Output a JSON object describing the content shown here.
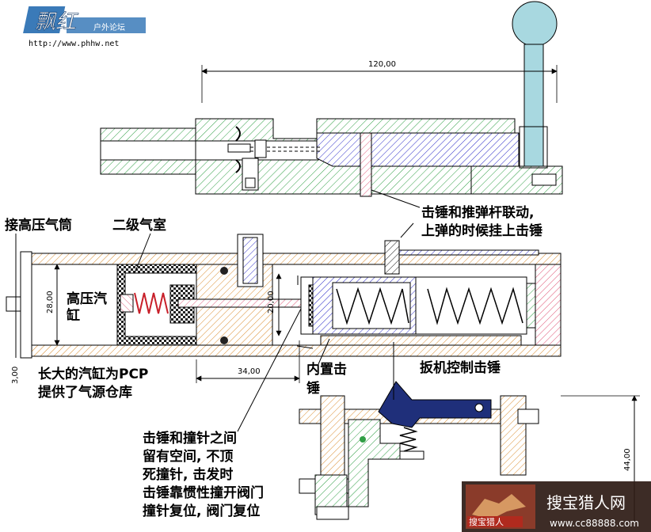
{
  "watermark_top": {
    "brand": "飘红",
    "subtitle": "户外论坛",
    "url": "http://www.phhw.net"
  },
  "dimensions": {
    "top_length": "120,00",
    "height_28": "28,00",
    "height_20": "20,00",
    "length_34": "34,00",
    "offset_3": "3,00",
    "height_44": "44,00"
  },
  "labels": {
    "hp_tube": "接高压气筒",
    "second_chamber": "二级气室",
    "hp_cylinder_l1": "高压汽",
    "hp_cylinder_l2": "缸",
    "hammer_link_l1": "击锤和推弹杆联动,",
    "hammer_link_l2": "上弹的时候挂上击锤",
    "big_cylinder_l1": "长大的汽缸为PCP",
    "big_cylinder_l2": "提供了气源仓库",
    "internal_hammer_l1": "内置击",
    "internal_hammer_l2": "锤",
    "trigger_control": "扳机控制击锤",
    "gap_l1": "击锤和撞针之间",
    "gap_l2": "留有空间, 不顶",
    "gap_l3": "死撞针, 击发时",
    "gap_l4": "击锤靠惯性撞开阀门",
    "gap_l5": "撞针复位, 阀门复位"
  },
  "watermark_bottom": {
    "logo_text": "搜宝猎人",
    "site_name": "搜宝猎人网",
    "url": "www.cc88888.com"
  },
  "colors": {
    "green_hatch": "#2f9e44",
    "blue_hatch": "#2b2bc8",
    "pink_hatch": "#e05a7a",
    "orange_hatch": "#d98a2b",
    "cyan_fill": "#a8d8e0",
    "navy_hammer": "#1f2f7a",
    "brand_blue": "#3a7ab8",
    "brand_red": "#c8202a"
  }
}
